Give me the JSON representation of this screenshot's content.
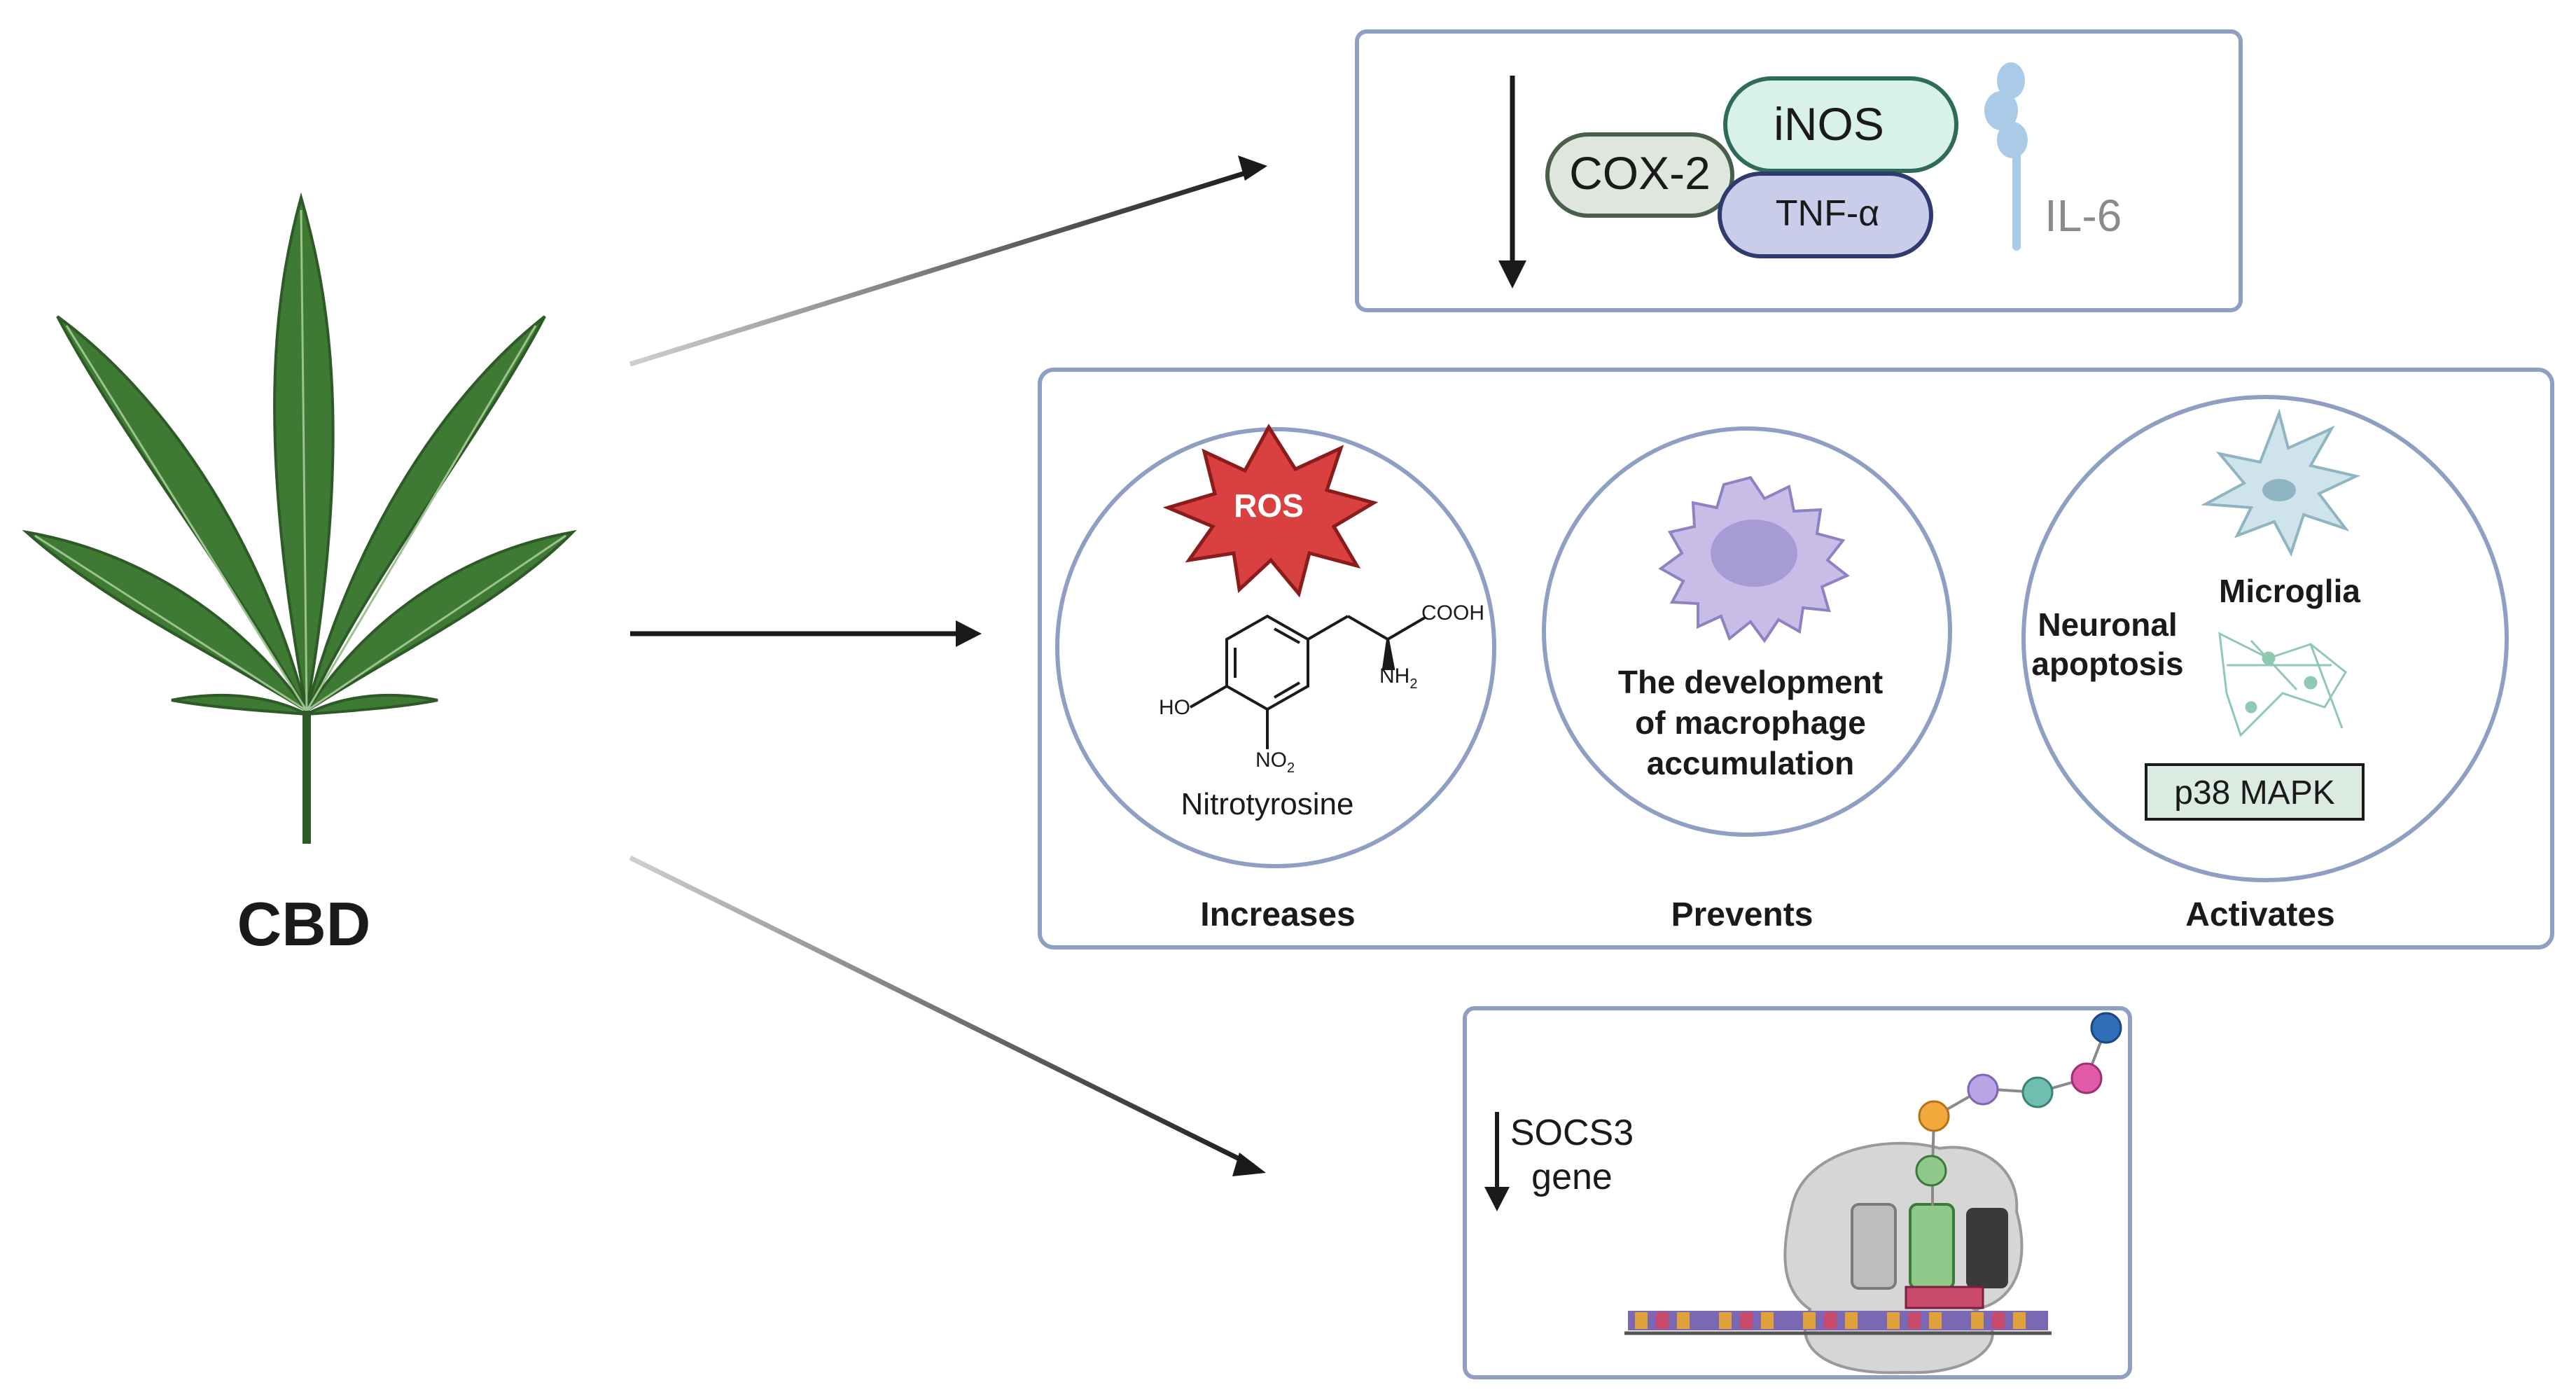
{
  "source": {
    "label": "CBD",
    "icon": "cannabis-leaf-icon"
  },
  "top_panel": {
    "markers": [
      "COX-2",
      "iNOS",
      "TNF-α",
      "IL-6"
    ],
    "indicator": "down-arrow-icon"
  },
  "middle_panel": {
    "cells": [
      {
        "caption": "Increases",
        "ros_label": "ROS",
        "molecule_name": "Nitrotyrosine",
        "formula_labels": {
          "cooh": "COOH",
          "nh2": "NH",
          "nh2_sub": "2",
          "ho": "HO",
          "no2": "NO",
          "no2_sub": "2"
        }
      },
      {
        "caption": "Prevents",
        "text_lines": [
          "The development",
          "of macrophage",
          "accumulation"
        ]
      },
      {
        "caption": "Activates",
        "microglia_label": "Microglia",
        "apoptosis_lines": [
          "Neuronal",
          "apoptosis"
        ],
        "kinase_label": "p38 MAPK"
      }
    ]
  },
  "bottom_panel": {
    "gene_lines": [
      "SOCS3",
      "gene"
    ],
    "indicator": "down-arrow-icon",
    "icon": "transcription-complex-icon"
  },
  "colors": {
    "panel_border": "#8f9fc4",
    "leaf": "#3f7a35",
    "ros": "#d94040",
    "inos": "#d8f1ea",
    "cox2": "#dfe6de",
    "tnf": "#c9cde9",
    "il6": "#a9cbe8",
    "kinase_box": "#dcebe2"
  }
}
